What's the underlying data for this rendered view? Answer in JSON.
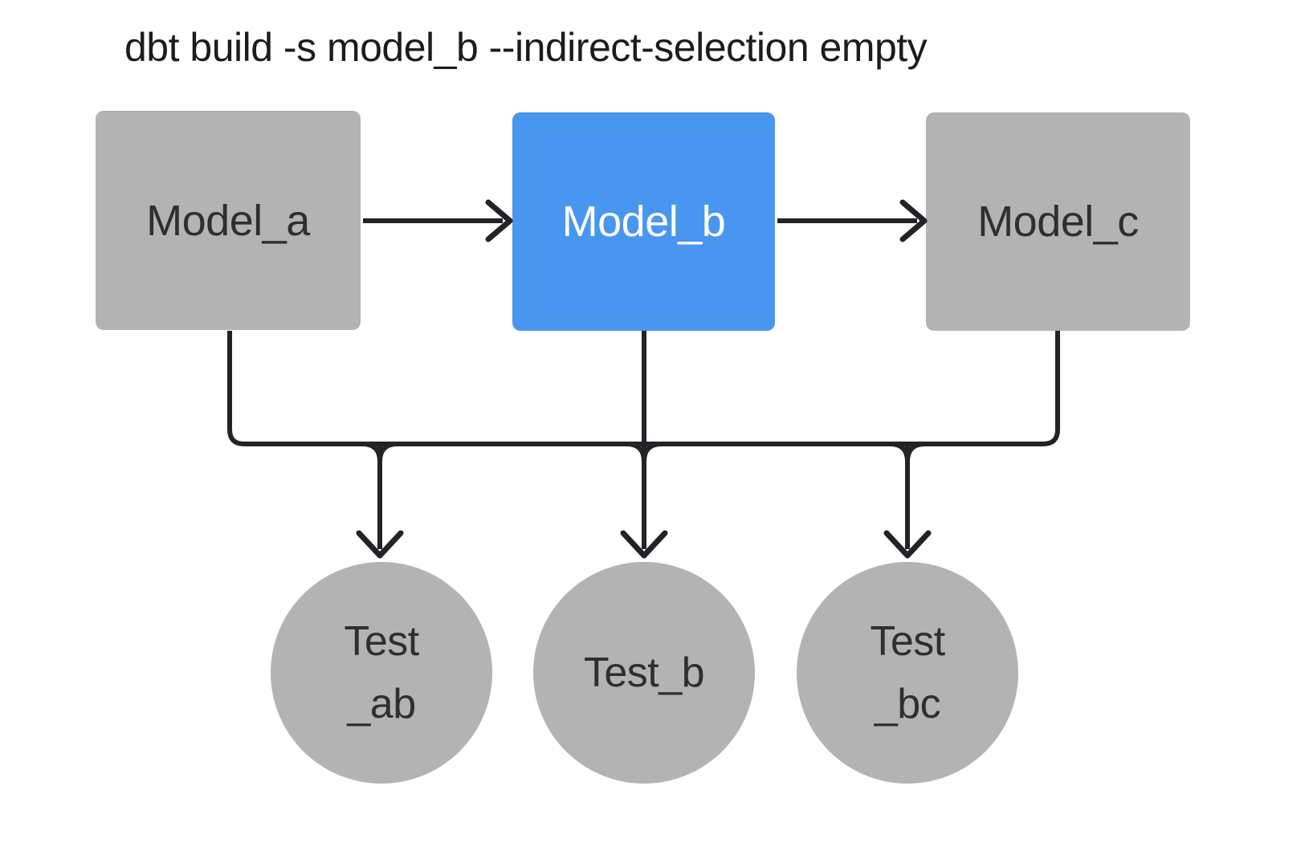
{
  "title": "dbt build -s model_b --indirect-selection empty",
  "colors": {
    "background": "#ffffff",
    "node_gray": "#b3b3b3",
    "accent_blue": "#4896f0",
    "line": "#212327",
    "title_text": "#1b1c1e",
    "node_text_dark": "#2e2f31",
    "node_text_light": "#ffffff"
  },
  "diagram": {
    "models": [
      {
        "id": "model_a",
        "label": "Model_a",
        "selected": false
      },
      {
        "id": "model_b",
        "label": "Model_b",
        "selected": true
      },
      {
        "id": "model_c",
        "label": "Model_c",
        "selected": false
      }
    ],
    "tests": [
      {
        "id": "test_ab",
        "line1": "Test",
        "line2": "_ab"
      },
      {
        "id": "test_b",
        "line1": "Test_b",
        "line2": ""
      },
      {
        "id": "test_bc",
        "line1": "Test",
        "line2": "_bc"
      }
    ],
    "edges": [
      {
        "from": "model_a",
        "to": "model_b"
      },
      {
        "from": "model_b",
        "to": "model_c"
      },
      {
        "from": "model_a",
        "to": "test_ab"
      },
      {
        "from": "model_b",
        "to": "test_ab"
      },
      {
        "from": "model_b",
        "to": "test_b"
      },
      {
        "from": "model_b",
        "to": "test_bc"
      },
      {
        "from": "model_c",
        "to": "test_bc"
      }
    ]
  }
}
